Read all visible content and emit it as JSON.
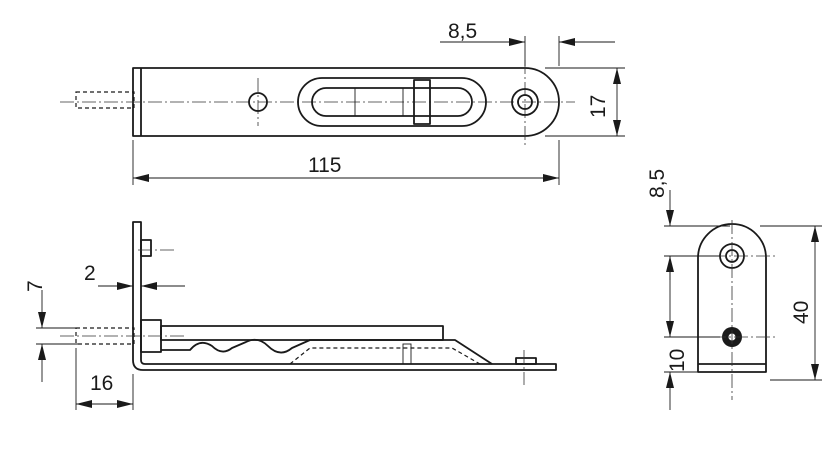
{
  "dimensions": {
    "top_edge_offset": "8,5",
    "top_width": "17",
    "top_length": "115",
    "side_thickness": "2",
    "side_pin_offset": "7",
    "side_pin_length": "16",
    "end_edge_offset": "8,5",
    "end_pin_height": "10",
    "end_height": "40"
  }
}
